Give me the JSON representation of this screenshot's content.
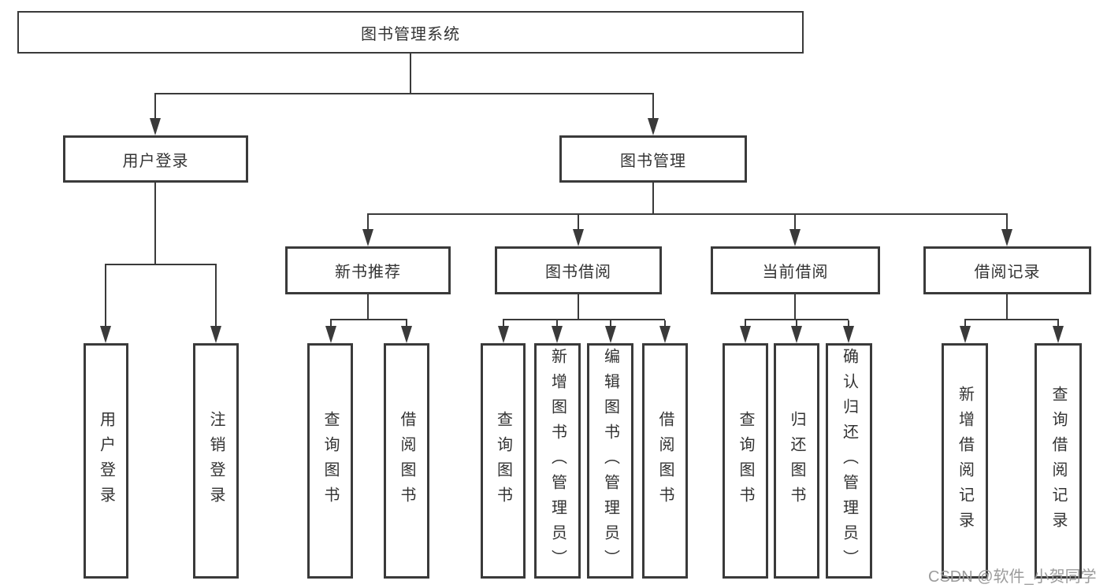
{
  "diagram": {
    "root": {
      "label": "图书管理系统"
    },
    "branches": [
      {
        "label": "用户登录",
        "children": [
          "用户登录",
          "注销登录"
        ]
      },
      {
        "label": "图书管理",
        "groups": [
          {
            "label": "新书推荐",
            "children": [
              "查询图书",
              "借阅图书"
            ]
          },
          {
            "label": "图书借阅",
            "children": [
              "查询图书",
              "新增图书（管理员）",
              "编辑图书（管理员）",
              "借阅图书"
            ]
          },
          {
            "label": "当前借阅",
            "children": [
              "查询图书",
              "归还图书",
              "确认归还（管理员）"
            ]
          },
          {
            "label": "借阅记录",
            "children": [
              "新增借阅记录",
              "查询借阅记录"
            ]
          }
        ]
      }
    ]
  },
  "watermark": "CSDN @软件_小贺同学",
  "colors": {
    "line": "#3a3a3a",
    "text": "#333333",
    "background": "#ffffff",
    "watermark": "#9b9b9b"
  }
}
